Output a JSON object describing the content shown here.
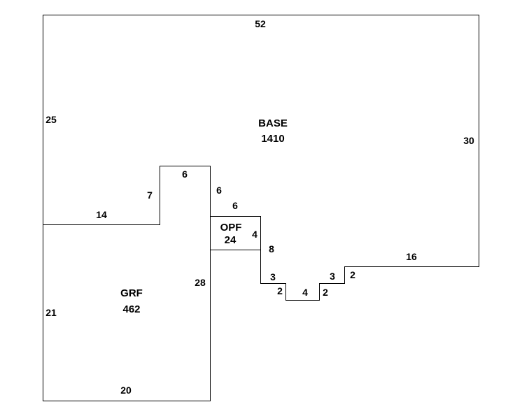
{
  "areas": {
    "base": {
      "name": "BASE",
      "size": "1410"
    },
    "grf": {
      "name": "GRF",
      "size": "462"
    },
    "opf": {
      "name": "OPF",
      "size": "24"
    }
  },
  "dimensions": {
    "top": "52",
    "left_upper": "25",
    "right": "30",
    "notch_top": "6",
    "notch_left": "7",
    "ledge": "14",
    "notch_right": "6",
    "opf_top": "6",
    "opf_right": "4",
    "step_down": "8",
    "step_a": "3",
    "step_b": "2",
    "bottom_notch": "4",
    "step_c": "2",
    "step_d": "3",
    "step_e": "2",
    "right_ledge": "16",
    "grf_right": "28",
    "grf_left": "21",
    "grf_bottom": "20"
  },
  "colors": {
    "line": "#000000",
    "text": "#000000",
    "background": "#ffffff"
  }
}
